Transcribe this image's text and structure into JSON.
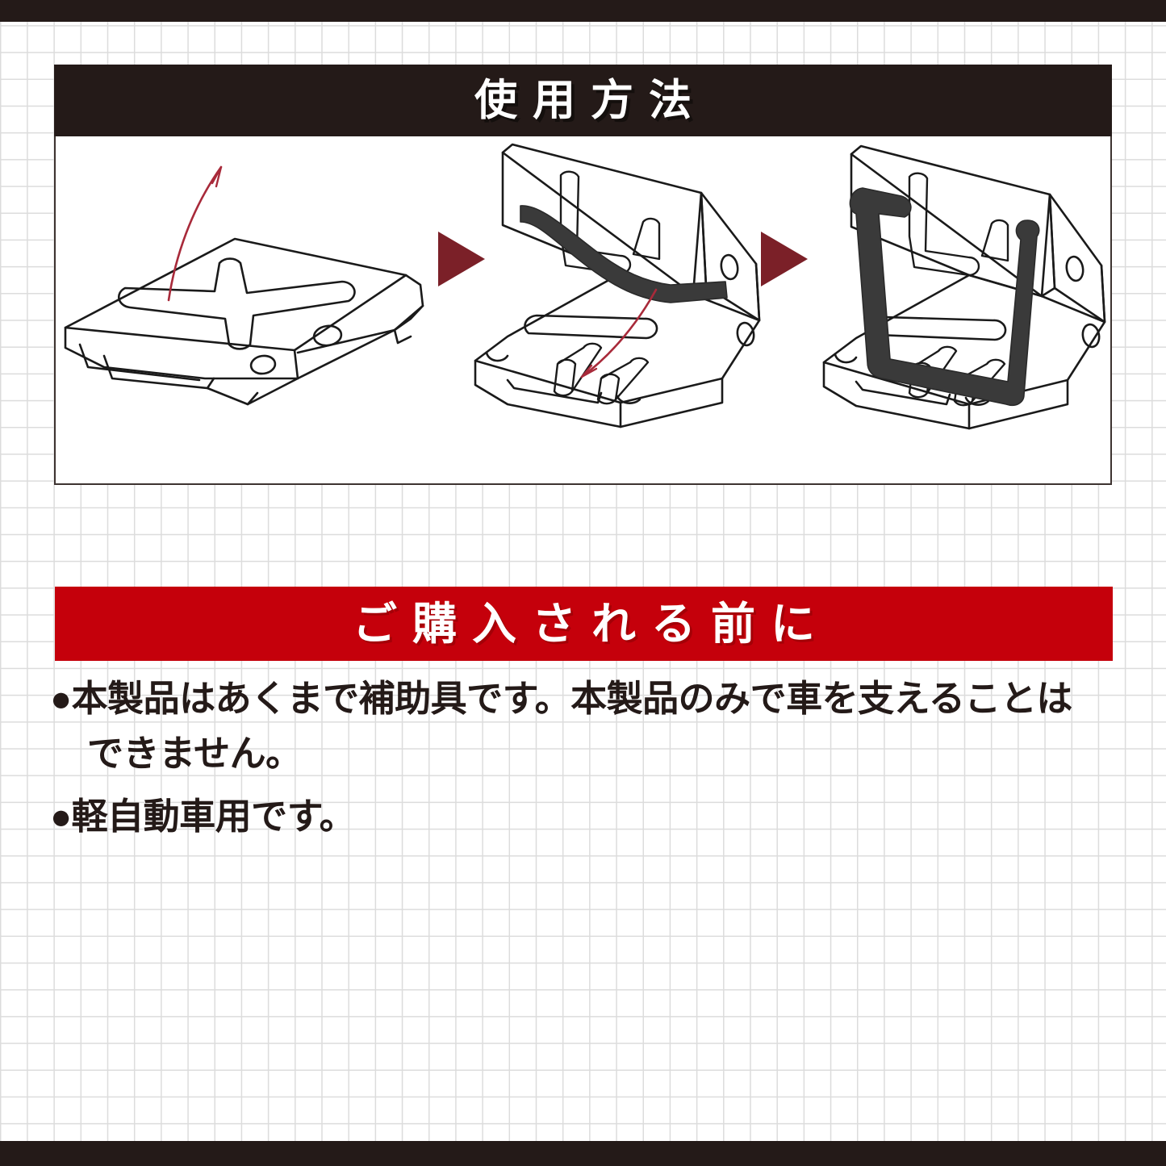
{
  "page": {
    "background": "#ffffff",
    "grid_color": "#dcdcdc",
    "rail_color": "#241a18"
  },
  "usage_section": {
    "banner_title": "使用方法",
    "banner_bg": "#241a18",
    "banner_text_color": "#ffffff",
    "steps": [
      {
        "index": 1,
        "name": "folded-flat",
        "description": "car ramp stand lying folded flat with cross-shaped slot on top plate",
        "annotation": "red curved arrow indicating lifting the top plate upward"
      },
      {
        "index": 2,
        "name": "partially-opened",
        "description": "stand partially unfolded showing dark support bar and base plate with oval slots",
        "annotation": "red curved arrow indicating pushing the support bar down into place"
      },
      {
        "index": 3,
        "name": "fully-deployed",
        "description": "stand fully opened with dark U-shaped locking bar seated in position",
        "annotation": ""
      }
    ],
    "step_arrow_color": "#7b2028",
    "illustration_line_color": "#1a1a1a",
    "annotation_arrow_color": "#a82a3a",
    "bar_color": "#3a3a3a"
  },
  "notice_section": {
    "banner_title": "ご購入される前に",
    "banner_bg": "#c5000b",
    "banner_text_color": "#ffffff",
    "bullet_glyph": "●",
    "items": [
      {
        "line1": "●本製品はあくまで補助具です。本製品のみで車を支えることは",
        "line2": "できません。"
      },
      {
        "line1": "●軽自動車用です。",
        "line2": ""
      }
    ]
  }
}
